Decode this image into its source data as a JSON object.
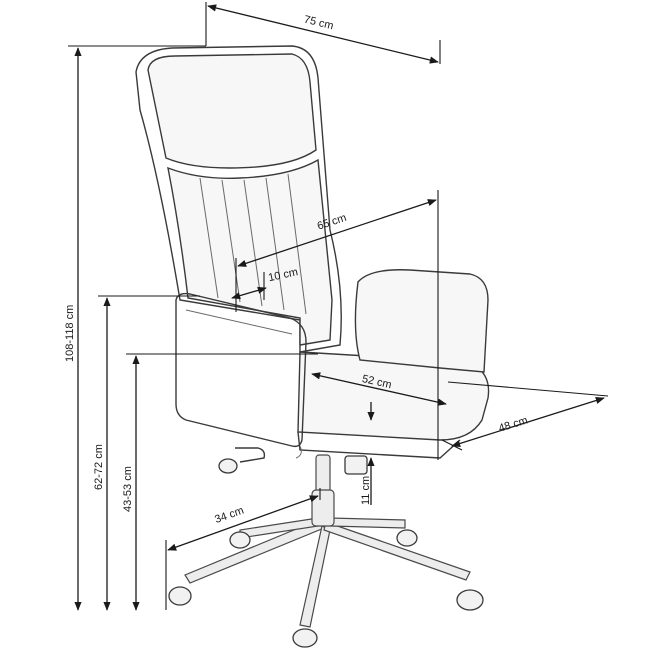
{
  "dimensions": {
    "width": "75 cm",
    "seat_width": "65 cm",
    "armrest_width": "10 cm",
    "seat_depth": "52 cm",
    "depth": "48 cm",
    "total_height": "108-118 cm",
    "armrest_height": "62-72 cm",
    "seat_height": "43-53 cm",
    "base_radius": "34 cm",
    "seat_thickness": "11 cm"
  }
}
